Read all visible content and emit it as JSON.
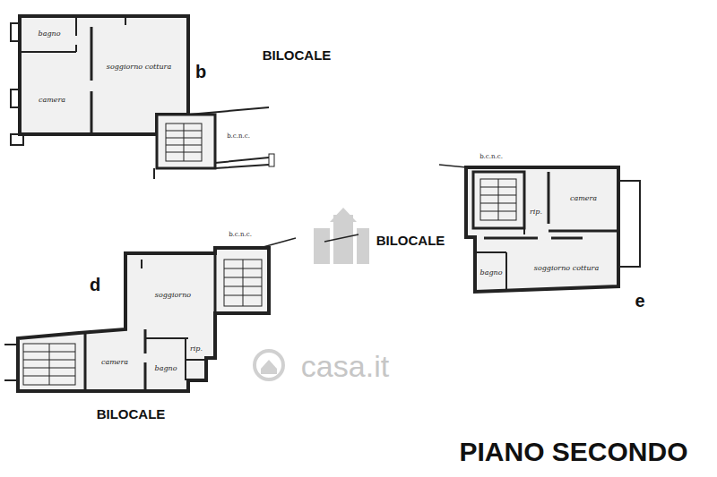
{
  "diagram": {
    "title": "PIANO SECONDO",
    "labels": [
      "bagno",
      "soggiorno cottura",
      "camera",
      "b",
      "BILOCALE",
      "b.c.n.c.",
      "b.c.n.c.",
      "camera",
      "rip.",
      "BILOCALE",
      "bagno",
      "soggiorno cottura",
      "e",
      "b.c.n.c.",
      "d",
      "soggiorno",
      "camera",
      "bagno",
      "rip.",
      "BILOCALE",
      "casa.it"
    ]
  }
}
